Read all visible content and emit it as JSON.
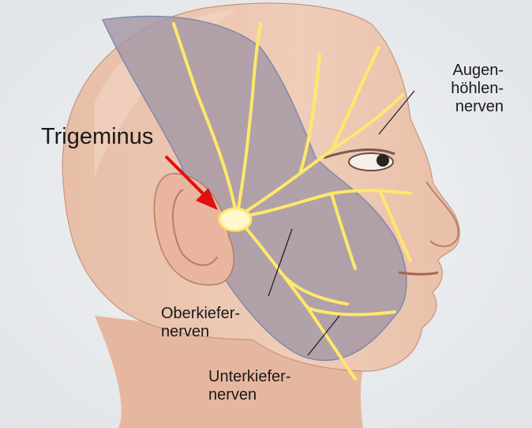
{
  "labels": {
    "trigeminus": "Trigeminus",
    "ophthalmic": [
      "Augen-",
      "höhlen-",
      "nerven"
    ],
    "maxillary": [
      "Oberkiefer-",
      "nerven"
    ],
    "mandibular": [
      "Unterkiefer-",
      "nerven"
    ]
  },
  "colors": {
    "background": "#eceef0",
    "skin": "#ecc6b0",
    "skin_shadow": "#d8a690",
    "nerve_region": "#a99ca7",
    "nerve_edge": "#6f7fa6",
    "nerve": "#ffe86a",
    "arrow": "#e01010"
  }
}
